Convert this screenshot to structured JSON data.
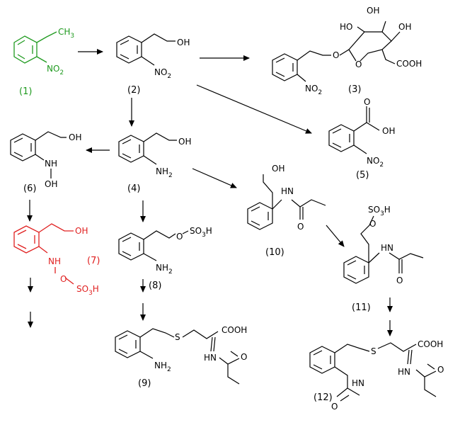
{
  "colors": {
    "ink": "#000000",
    "start": "#1f9a1f",
    "reactive": "#e02020"
  },
  "compounds": {
    "c1": {
      "number": "(1)",
      "methyl": "CH3",
      "nitro": "NO2"
    },
    "c2": {
      "number": "(2)",
      "hydroxyl": "OH",
      "nitro": "NO2"
    },
    "c3": {
      "number": "(3)",
      "ho_top": "OH",
      "ho_left": "HO",
      "ho_right": "OH",
      "ring_o": "O",
      "link_o": "O",
      "acid": "COOH",
      "nitro": "NO2"
    },
    "c4": {
      "number": "(4)",
      "hydroxyl": "OH",
      "amine": "NH2"
    },
    "c5": {
      "number": "(5)",
      "carbonyl_o": "O",
      "hydroxyl": "OH",
      "nitro": "NO2"
    },
    "c6": {
      "number": "(6)",
      "hydroxyl": "OH",
      "nh": "NH",
      "n_oh": "OH"
    },
    "c7": {
      "number": "(7)",
      "hydroxyl": "OH",
      "nh": "NH",
      "link_o": "O",
      "sulfo": "SO3H"
    },
    "c8": {
      "number": "(8)",
      "link_o": "O",
      "sulfo": "SO3H",
      "amine": "NH2"
    },
    "c9": {
      "number": "(9)",
      "thio": "S",
      "acid": "COOH",
      "amine": "NH2",
      "amide_nh": "HN",
      "amide_o": "O"
    },
    "c10": {
      "number": "(10)",
      "hydroxyl": "OH",
      "amide_nh": "HN",
      "amide_o": "O"
    },
    "c11": {
      "number": "(11)",
      "sulfo": "SO3H",
      "link_o": "O",
      "amide_nh": "HN",
      "amide_o": "O"
    },
    "c12": {
      "number": "(12)",
      "thio": "S",
      "acid": "COOH",
      "amide_nh": "HN",
      "amide_o": "O",
      "aryl_nh": "HN",
      "aryl_o": "O"
    }
  }
}
